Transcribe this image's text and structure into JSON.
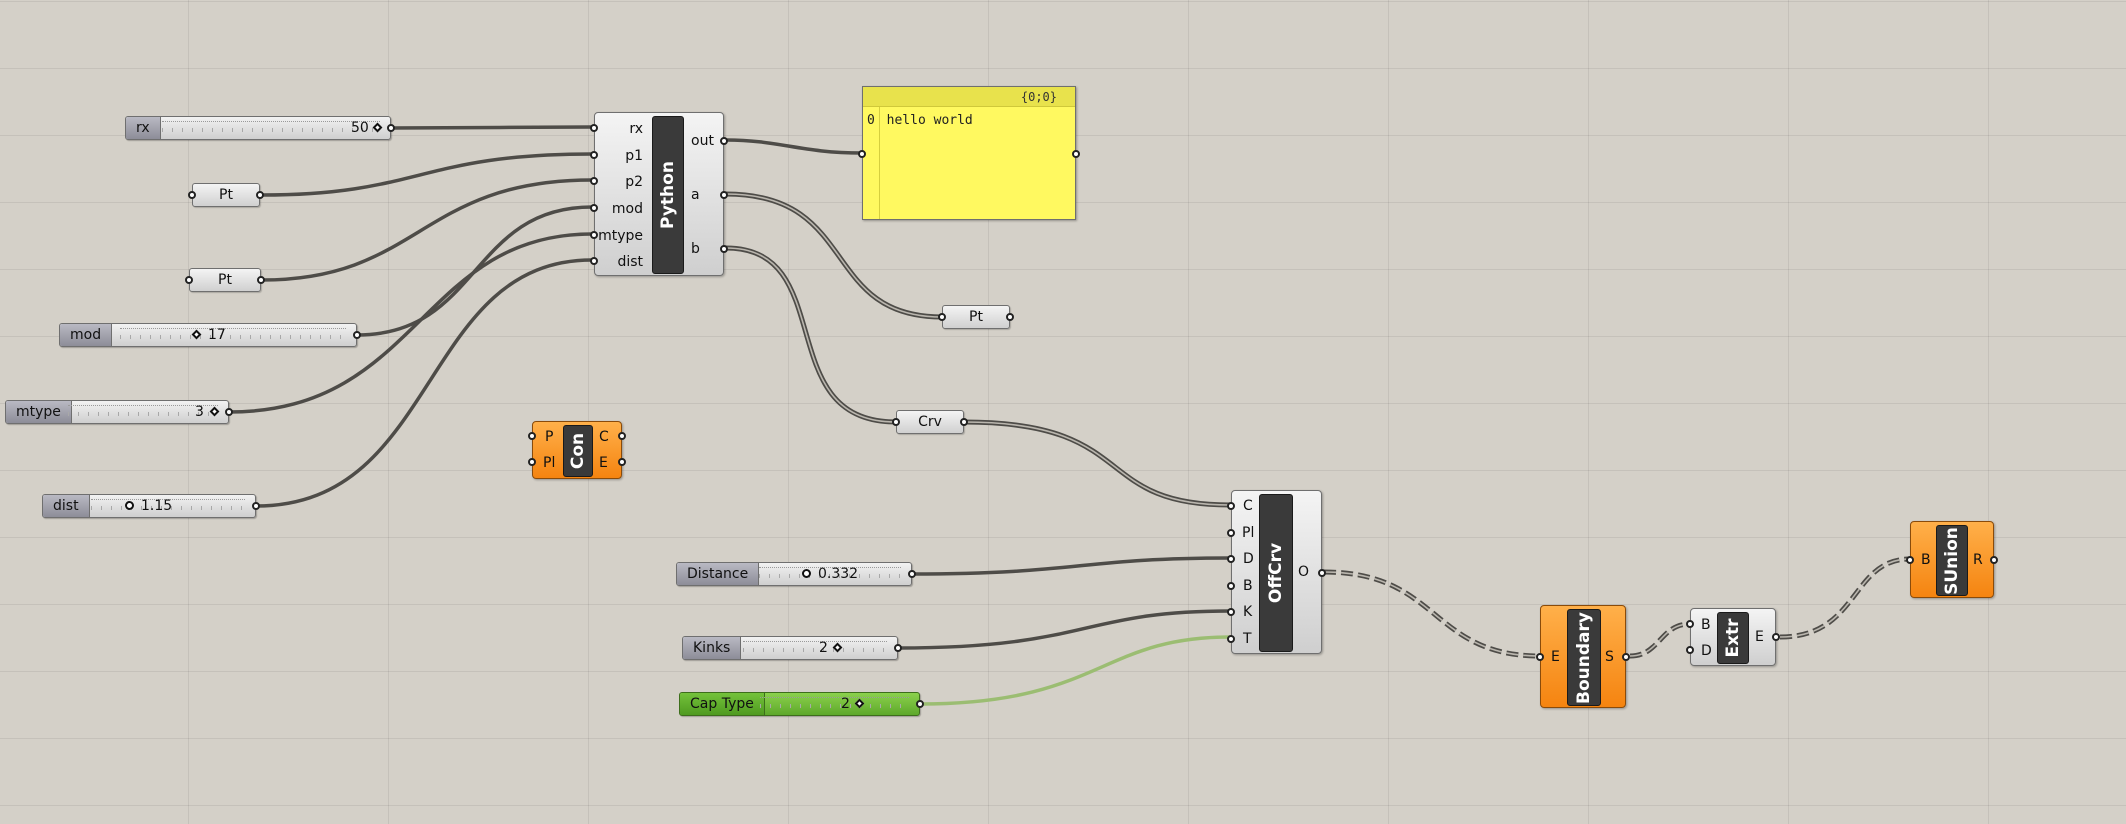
{
  "sliders": {
    "rx": {
      "label": "rx",
      "value": "50"
    },
    "mod": {
      "label": "mod",
      "value": "17"
    },
    "mtype": {
      "label": "mtype",
      "value": "3"
    },
    "dist": {
      "label": "dist",
      "value": "1.15"
    },
    "distance": {
      "label": "Distance",
      "value": "0.332"
    },
    "kinks": {
      "label": "Kinks",
      "value": "2"
    },
    "captype": {
      "label": "Cap Type",
      "value": "2"
    }
  },
  "params": {
    "pt1": "Pt",
    "pt2": "Pt",
    "pt_out": "Pt",
    "crv": "Crv"
  },
  "python": {
    "title": "Python",
    "inputs": [
      "rx",
      "p1",
      "p2",
      "mod",
      "mtype",
      "dist"
    ],
    "outputs": [
      "out",
      "a",
      "b"
    ]
  },
  "panel": {
    "header": "{0;0}",
    "index": "0",
    "text": "hello world"
  },
  "con": {
    "title": "Con",
    "inputs": [
      "P",
      "Pl"
    ],
    "outputs": [
      "C",
      "E"
    ]
  },
  "offcrv": {
    "title": "OffCrv",
    "inputs": [
      "C",
      "Pl",
      "D",
      "B",
      "K",
      "T"
    ],
    "outputs": [
      "O"
    ]
  },
  "boundary": {
    "title": "Boundary",
    "inputs": [
      "E"
    ],
    "outputs": [
      "S"
    ]
  },
  "extr": {
    "title": "Extr",
    "inputs": [
      "B",
      "D"
    ],
    "outputs": [
      "E"
    ]
  },
  "sunion": {
    "title": "SUnion",
    "inputs": [
      "B"
    ],
    "outputs": [
      "R"
    ]
  },
  "colors": {
    "canvas": "#d4d0c8",
    "orange": "#f58410",
    "green_slider": "#6cb833",
    "panel": "#fff960"
  }
}
